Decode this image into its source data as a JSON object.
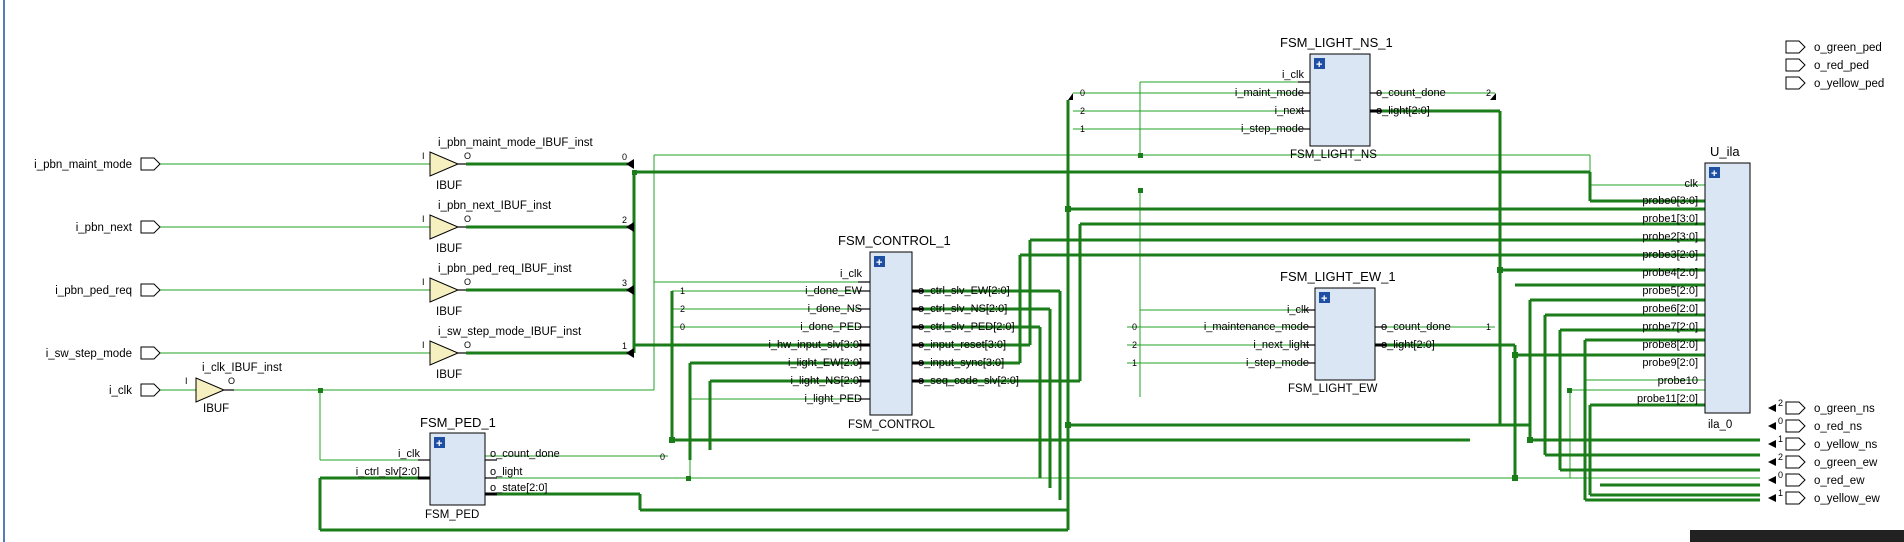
{
  "input_ports": [
    {
      "label": "i_pbn_maint_mode"
    },
    {
      "label": "i_pbn_next"
    },
    {
      "label": "i_pbn_ped_req"
    },
    {
      "label": "i_sw_step_mode"
    },
    {
      "label": "i_clk"
    }
  ],
  "ibufs": [
    {
      "inst": "i_pbn_maint_mode_IBUF_inst",
      "type": "IBUF",
      "in_pin": "I",
      "out_pin": "O"
    },
    {
      "inst": "i_pbn_next_IBUF_inst",
      "type": "IBUF",
      "in_pin": "I",
      "out_pin": "O"
    },
    {
      "inst": "i_pbn_ped_req_IBUF_inst",
      "type": "IBUF",
      "in_pin": "I",
      "out_pin": "O"
    },
    {
      "inst": "i_sw_step_mode_IBUF_inst",
      "type": "IBUF",
      "in_pin": "I",
      "out_pin": "O"
    },
    {
      "inst": "i_clk_IBUF_inst",
      "type": "IBUF",
      "in_pin": "I",
      "out_pin": "O"
    }
  ],
  "bus_tap_labels": [
    "0",
    "2",
    "3",
    "1"
  ],
  "fsm_ped": {
    "inst": "FSM_PED_1",
    "type": "FSM_PED",
    "inputs": [
      "i_clk",
      "i_ctrl_slv[2:0]"
    ],
    "outputs": [
      "o_count_done",
      "o_light",
      "o_state[2:0]"
    ],
    "tap": "0"
  },
  "fsm_control": {
    "inst": "FSM_CONTROL_1",
    "type": "FSM_CONTROL",
    "inputs": [
      "i_clk",
      "i_done_EW",
      "i_done_NS",
      "i_done_PED",
      "i_hw_input_slv[3:0]",
      "i_light_EW[2:0]",
      "i_light_NS[2:0]",
      "i_light_PED"
    ],
    "outputs": [
      "o_ctrl_slv_EW[2:0]",
      "o_ctrl_slv_NS[2:0]",
      "o_ctrl_slv_PED[2:0]",
      "o_input_reset[3:0]",
      "o_input_sync[3:0]",
      "o_seq_code_slv[2:0]"
    ],
    "taps": [
      "1",
      "2",
      "0"
    ]
  },
  "fsm_light_ns": {
    "inst": "FSM_LIGHT_NS_1",
    "type": "FSM_LIGHT_NS",
    "inputs": [
      "i_clk",
      "i_maint_mode",
      "i_next",
      "i_step_mode"
    ],
    "outputs": [
      "o_count_done",
      "o_light[2:0]"
    ],
    "taps": [
      "0",
      "2",
      "1"
    ],
    "out_tap": "2"
  },
  "fsm_light_ew": {
    "inst": "FSM_LIGHT_EW_1",
    "type": "FSM_LIGHT_EW",
    "inputs": [
      "i_clk",
      "i_maintenance_mode",
      "i_next_light",
      "i_step_mode"
    ],
    "outputs": [
      "o_count_done",
      "o_light[2:0]"
    ],
    "taps": [
      "0",
      "2",
      "1"
    ],
    "out_tap": "1"
  },
  "ila": {
    "inst": "U_ila",
    "type": "ila_0",
    "inputs": [
      "clk",
      "probe0[3:0]",
      "probe1[3:0]",
      "probe2[3:0]",
      "probe3[2:0]",
      "probe4[2:0]",
      "probe5[2:0]",
      "probe6[2:0]",
      "probe7[2:0]",
      "probe8[2:0]",
      "probe9[2:0]",
      "probe10",
      "probe11[2:0]"
    ]
  },
  "output_ports_top": [
    {
      "label": "o_green_ped"
    },
    {
      "label": "o_red_ped"
    },
    {
      "label": "o_yellow_ped"
    }
  ],
  "output_ports": [
    {
      "label": "o_green_ns",
      "tap": "2"
    },
    {
      "label": "o_red_ns",
      "tap": "0"
    },
    {
      "label": "o_yellow_ns",
      "tap": "1"
    },
    {
      "label": "o_green_ew",
      "tap": "2"
    },
    {
      "label": "o_red_ew",
      "tap": "0"
    },
    {
      "label": "o_yellow_ew",
      "tap": "1"
    }
  ],
  "colors": {
    "wire": "#22a022",
    "bus": "#1a7d1a",
    "cell_fill": "#dbe6f5",
    "buffer_fill": "#f6f0c0",
    "expand_button": "#1f4fa3"
  }
}
